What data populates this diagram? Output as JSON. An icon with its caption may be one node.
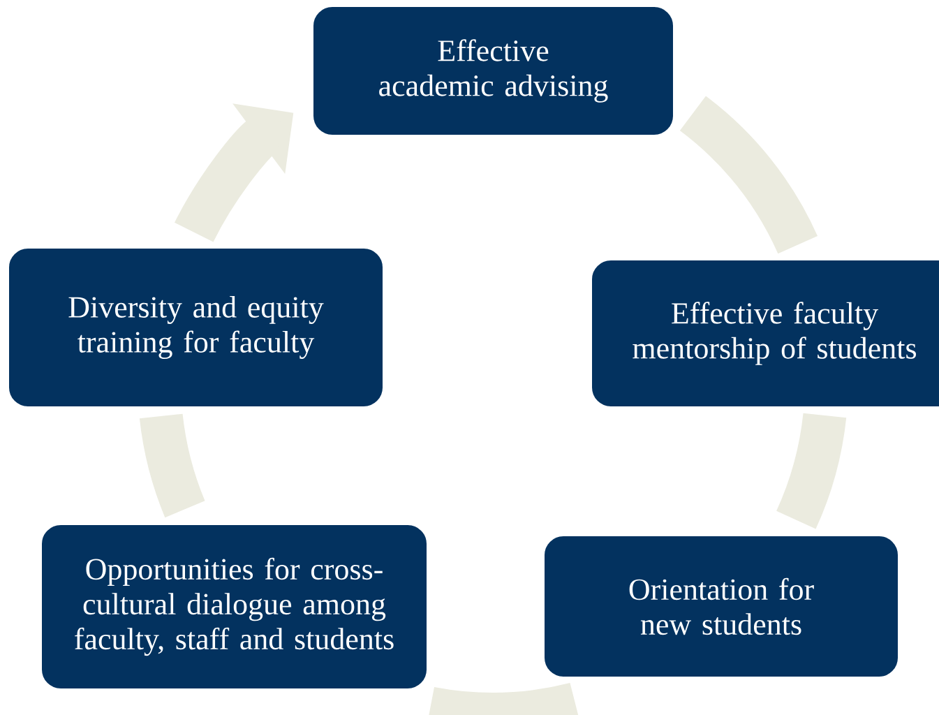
{
  "diagram": {
    "nodes": [
      {
        "text": [
          "Effective academic advising"
        ]
      },
      {
        "text": [
          "Effective faculty mentorship of students"
        ]
      },
      {
        "text": [
          "Orientation for new students"
        ]
      },
      {
        "text": [
          "Opportunities for cross-cultural dialogue among faculty, staff and students"
        ]
      },
      {
        "text": [
          "Diversity and equity training for faculty"
        ]
      }
    ],
    "edges": [
      {
        "from": 0,
        "to": 1,
        "arrow": "none"
      },
      {
        "from": 1,
        "to": 2,
        "arrow": "none"
      },
      {
        "from": 2,
        "to": 3,
        "arrow": "none"
      },
      {
        "from": 3,
        "to": 4,
        "arrow": "none"
      },
      {
        "from": 4,
        "to": 0,
        "arrow": "to"
      }
    ]
  }
}
